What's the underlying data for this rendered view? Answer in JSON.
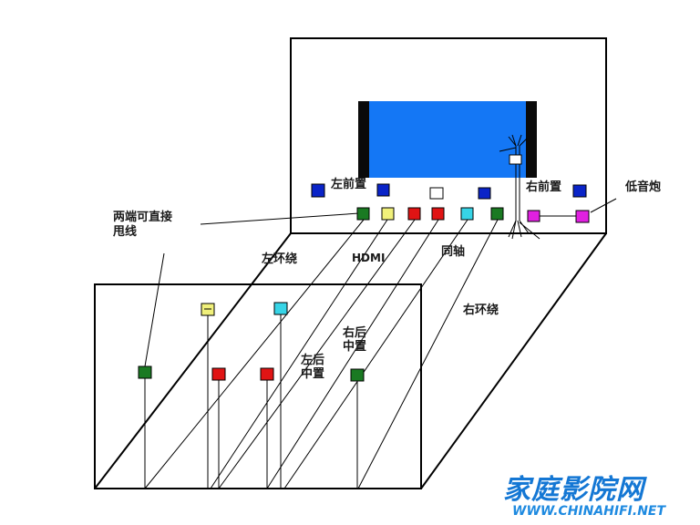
{
  "labels": {
    "left_front": "左前置",
    "right_front": "右前置",
    "subwoofer": "低音炮",
    "direct_wire_line1": "两端可直接",
    "direct_wire_line2": "甩线",
    "left_surround": "左环绕",
    "hdmi": "HDMI",
    "coaxial": "同轴",
    "right_surround": "右环绕",
    "right_rear_center_line1": "右后",
    "right_rear_center_line2": "中置",
    "left_rear_center_line1": "左后",
    "left_rear_center_line2": "中置"
  },
  "watermark": {
    "name": "家庭影院网",
    "url": "WWW.CHINAHIFI.NET"
  },
  "colors": {
    "tv_screen": "#1477f5",
    "speaker_blue": "#0a24c8",
    "green": "#1a7a22",
    "yellow": "#f0f07a",
    "red": "#e01414",
    "cyan": "#37d4e6",
    "magenta": "#e020e0",
    "logo": "#1477d4"
  }
}
